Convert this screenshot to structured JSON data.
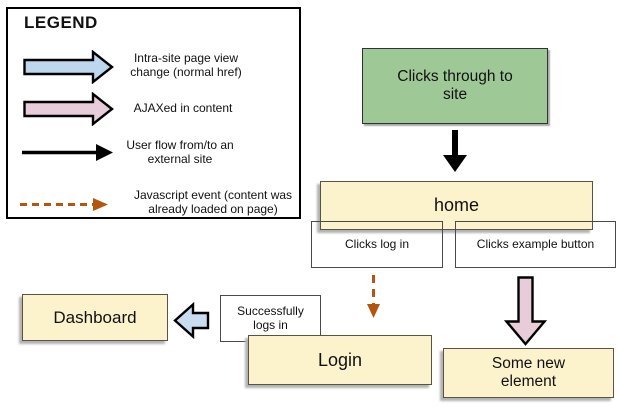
{
  "legend": {
    "title": "LEGEND",
    "items": [
      {
        "label": "Intra-site page view change (normal href)"
      },
      {
        "label": "AJAXed in content"
      },
      {
        "label": "User flow from/to an external site"
      },
      {
        "label": "Javascript event (content was already loaded on page)"
      }
    ]
  },
  "nodes": {
    "clicks_through": "Clicks through to site",
    "home": "home",
    "clicks_log_in": "Clicks log in",
    "clicks_example": "Clicks example button",
    "successfully_logs_in": "Successfully logs in",
    "dashboard": "Dashboard",
    "login": "Login",
    "some_new_element": "Some new element"
  },
  "colors": {
    "intra_site_arrow": "#bdd7ee",
    "ajax_arrow": "#e9ccd9",
    "external_arrow": "#000000",
    "js_event_arrow": "#b4560e",
    "node_yellow": "#fcf2cc",
    "node_green": "#9fc897"
  }
}
